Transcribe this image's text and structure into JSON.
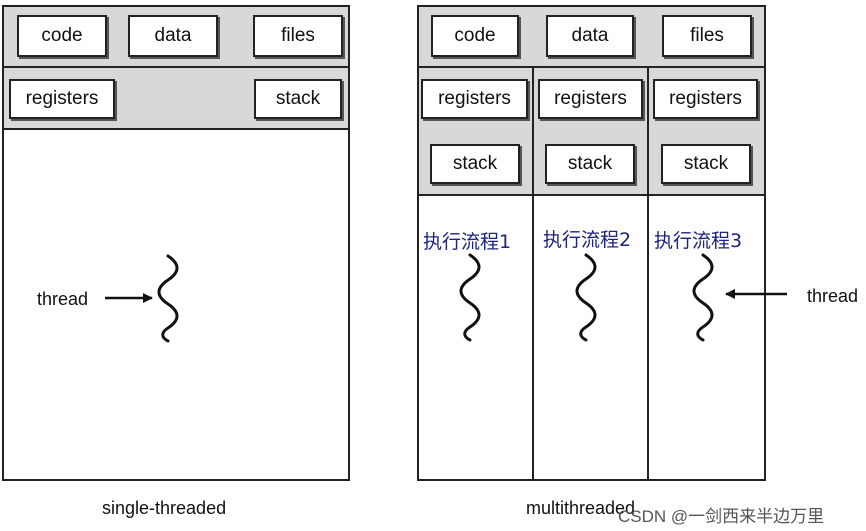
{
  "single": {
    "code": "code",
    "data": "data",
    "files": "files",
    "registers": "registers",
    "stack": "stack",
    "thread_label": "thread",
    "caption": "single-threaded"
  },
  "multi": {
    "code": "code",
    "data": "data",
    "files": "files",
    "columns": [
      {
        "registers": "registers",
        "stack": "stack",
        "flow": "执行流程1"
      },
      {
        "registers": "registers",
        "stack": "stack",
        "flow": "执行流程2"
      },
      {
        "registers": "registers",
        "stack": "stack",
        "flow": "执行流程3"
      }
    ],
    "thread_label": "thread",
    "caption": "multithreaded"
  },
  "watermark": "CSDN @一剑西来半边万里"
}
